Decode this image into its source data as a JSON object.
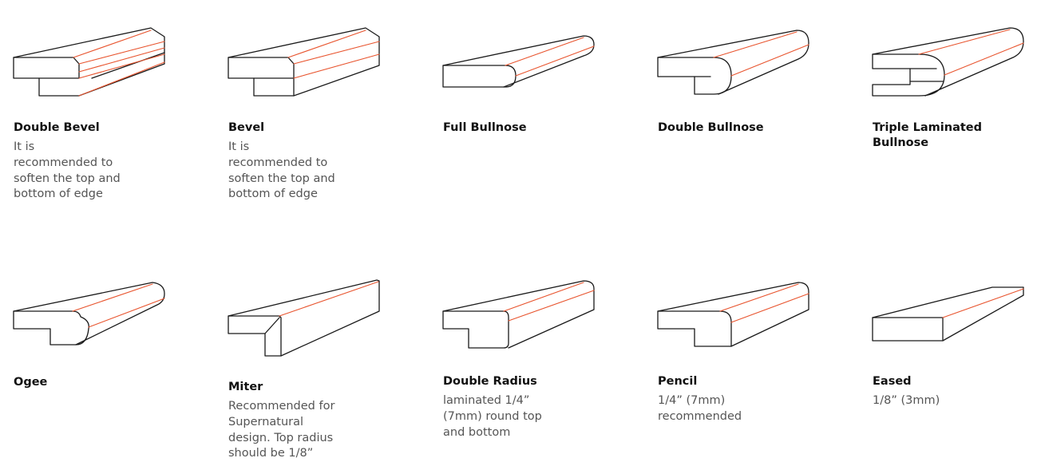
{
  "colors": {
    "outline": "#1a1a1a",
    "accent": "#e8542e",
    "title": "#111111",
    "description": "#555555"
  },
  "profiles": [
    {
      "title": "Double Bevel",
      "description": "It is recommended to soften the top and bottom of edge"
    },
    {
      "title": "Bevel",
      "description": "It is recommended to soften the top and bottom of edge"
    },
    {
      "title": "Full Bullnose",
      "description": ""
    },
    {
      "title": "Double Bullnose",
      "description": ""
    },
    {
      "title": "Triple Laminated Bullnose",
      "description": ""
    },
    {
      "title": "Ogee",
      "description": ""
    },
    {
      "title": "Miter",
      "description": "Recommended for Supernatural design. Top radius should be 1/8”"
    },
    {
      "title": "Double Radius",
      "description": "laminated 1/4” (7mm) round top and bottom"
    },
    {
      "title": "Pencil",
      "description": "1/4” (7mm) recommended"
    },
    {
      "title": "Eased",
      "description": "1/8” (3mm)"
    }
  ]
}
